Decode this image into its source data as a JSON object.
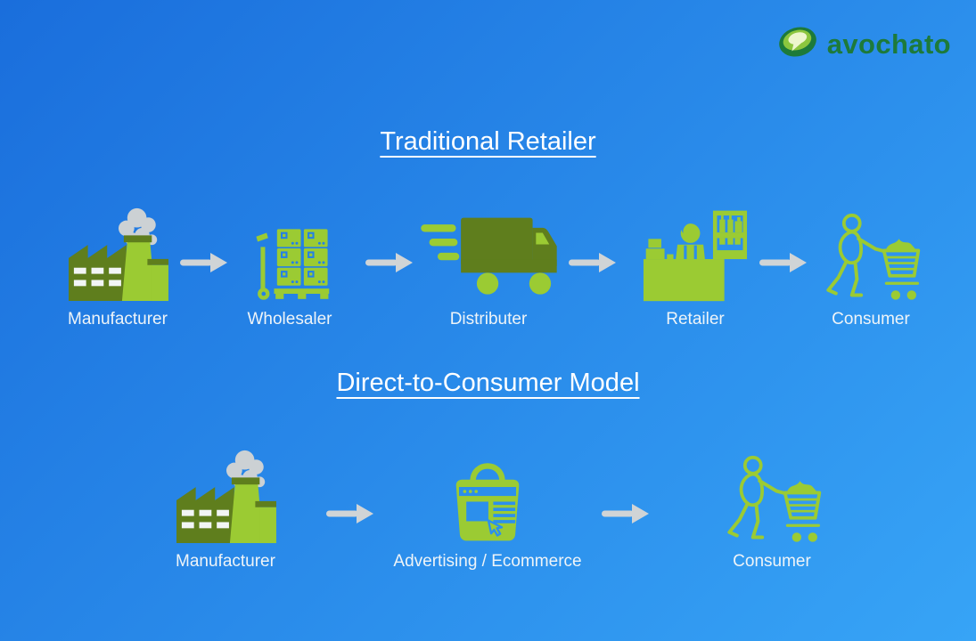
{
  "logo": {
    "brand": "avochato",
    "icon": "avocado-chat-icon"
  },
  "colors": {
    "bg_gradient_start": "#1a6edc",
    "bg_gradient_end": "#37a4f6",
    "dark_green": "#5f7e1d",
    "light_green": "#9bcb33",
    "smoke_gray": "#ccd1d4",
    "arrow_gray": "#d0d4d6",
    "logo_green": "#1d7a3a",
    "logo_flesh": "#8cc63e",
    "logo_bubble": "#edf6cd",
    "label_color": "#eef4f8",
    "title_color": "#ffffff"
  },
  "flows": [
    {
      "title": "Traditional Retailer",
      "stages": [
        {
          "label": "Manufacturer",
          "icon": "factory-icon"
        },
        {
          "label": "Wholesaler",
          "icon": "pallet-boxes-icon"
        },
        {
          "label": "Distributer",
          "icon": "delivery-truck-icon"
        },
        {
          "label": "Retailer",
          "icon": "store-counter-icon"
        },
        {
          "label": "Consumer",
          "icon": "shopper-cart-icon"
        }
      ],
      "connector": "right-arrow-icon"
    },
    {
      "title": "Direct-to-Consumer Model",
      "stages": [
        {
          "label": "Manufacturer",
          "icon": "factory-icon"
        },
        {
          "label": "Advertising / Ecommerce",
          "icon": "ecommerce-bag-icon"
        },
        {
          "label": "Consumer",
          "icon": "shopper-cart-icon"
        }
      ],
      "connector": "right-arrow-icon"
    }
  ]
}
